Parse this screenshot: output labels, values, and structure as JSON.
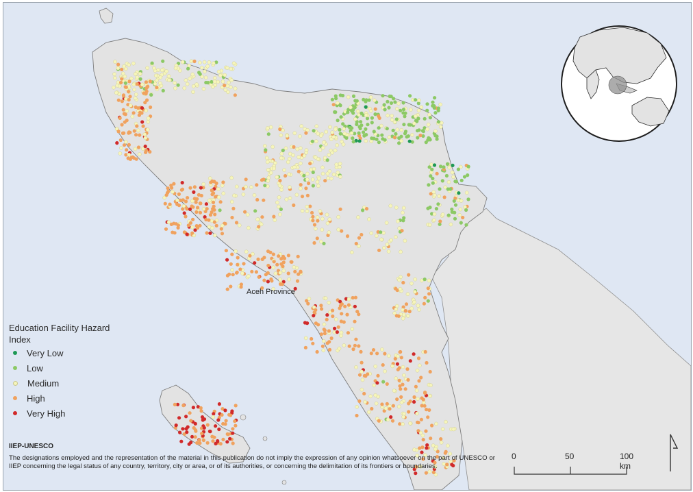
{
  "legend": {
    "title": "Education Facility Hazard Index",
    "items": [
      {
        "label": "Very Low",
        "color": "#1e9955"
      },
      {
        "label": "Low",
        "color": "#8cc965"
      },
      {
        "label": "Medium",
        "color": "#f6f5bb"
      },
      {
        "label": "High",
        "color": "#f0a25e"
      },
      {
        "label": "Very High",
        "color": "#d12a2a"
      }
    ]
  },
  "province_label": "Aceh Province",
  "credit": {
    "title": "IIEP-UNESCO",
    "text": "The designations employed and the representation of the material in this publication do not imply the expression of any opinion whatsoever on the part of UNESCO or IIEP concerning the legal status of any country, territory, city or area, or of its authorities, or concerning the delimitation of its frontiers or boundaries."
  },
  "scale_bar": {
    "labels": [
      "0",
      "50",
      "100 km"
    ]
  },
  "colors": {
    "sea": "#dfe7f3",
    "land": "#e3e3e3",
    "mainland": "#e6e6e6"
  }
}
